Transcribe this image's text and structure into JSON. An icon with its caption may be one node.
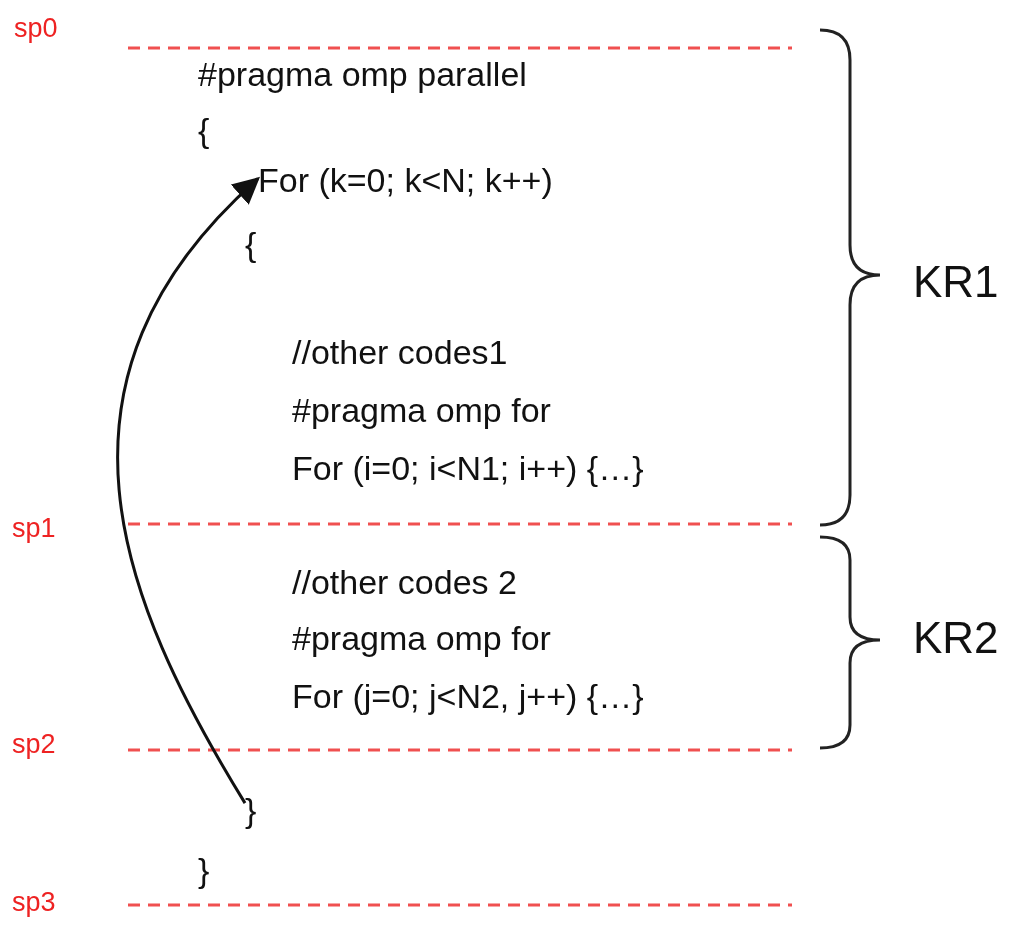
{
  "diagram": {
    "nodes": [
      {
        "text": [
          "For (k=0; k<N; k++)"
        ]
      },
      {
        "text": [
          "}"
        ]
      }
    ],
    "edges": [
      {
        "from": 1,
        "to": 0,
        "arrow": "to"
      }
    ],
    "labels": [
      "sp0",
      "#pragma omp parallel",
      "{",
      "{",
      "KR1",
      "//other codes1",
      "#pragma omp for",
      "For (i=0; i<N1; i++) {…}",
      "sp1",
      "//other codes 2",
      "#pragma omp for",
      "For (j=0; j<N2, j++) {…}",
      "KR2",
      "sp2",
      "}",
      "sp3"
    ]
  }
}
